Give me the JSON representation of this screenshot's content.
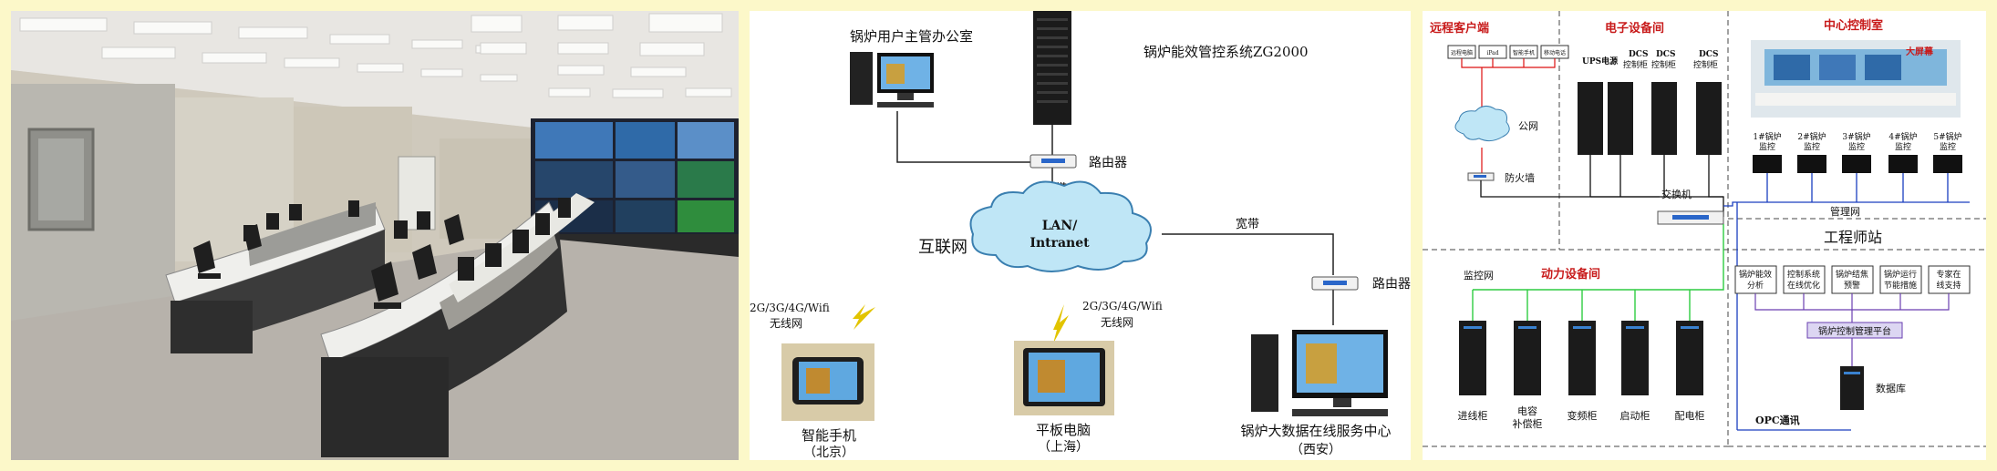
{
  "network": {
    "office_label": "锅炉用户主管办公室",
    "system_label": "锅炉能效管控系统ZG2000",
    "router_label_top": "路由器",
    "broadband_label_top": "宽带",
    "internet_label": "互联网",
    "cloud_line1": "LAN/",
    "cloud_line2": "Intranet",
    "broadband_label_right": "宽带",
    "router_label_right": "路由器",
    "wireless_label_1a": "2G/3G/4G/Wifi",
    "wireless_label_1b": "无线网",
    "wireless_label_2a": "2G/3G/4G/Wifi",
    "wireless_label_2b": "无线网",
    "phone_label": "智能手机",
    "phone_city": "（北京）",
    "tablet_label": "平板电脑",
    "tablet_city": "（上海）",
    "center_label": "锅炉大数据在线服务中心",
    "center_city": "（西安）"
  },
  "topology": {
    "remote_title": "远程客户端",
    "remote_devices": [
      "远程电脑",
      "iPad",
      "智能手机",
      "移动电话"
    ],
    "public_net": "公网",
    "firewall": "防火墙",
    "electronic_title": "电子设备间",
    "ups_label": "UPS电源",
    "dcs_labels": [
      [
        "DCS",
        "控制柜"
      ],
      [
        "DCS",
        "控制柜"
      ],
      [
        "DCS",
        "控制柜"
      ]
    ],
    "switch_label": "交换机",
    "control_room_title": "中心控制室",
    "big_screen": "大屏幕",
    "boiler_monitors": [
      [
        "1#锅炉",
        "监控"
      ],
      [
        "2#锅炉",
        "监控"
      ],
      [
        "3#锅炉",
        "监控"
      ],
      [
        "4#锅炉",
        "监控"
      ],
      [
        "5#锅炉",
        "监控"
      ]
    ],
    "mgmt_net": "管理网",
    "engineer_title": "工程师站",
    "engineer_boxes": [
      [
        "锅炉能效",
        "分析"
      ],
      [
        "控制系统",
        "在线优化"
      ],
      [
        "锅炉结焦",
        "预警"
      ],
      [
        "锅炉运行",
        "节能措施"
      ],
      [
        "专家在",
        "线支持"
      ]
    ],
    "platform": "锅炉控制管理平台",
    "database": "数据库",
    "opc": "OPC通讯",
    "monitor_net": "监控网",
    "power_title": "动力设备间",
    "power_cabinets": [
      [
        "进线柜"
      ],
      [
        "电容",
        "补偿柜"
      ],
      [
        "变频柜"
      ],
      [
        "启动柜"
      ],
      [
        "配电柜"
      ]
    ]
  }
}
